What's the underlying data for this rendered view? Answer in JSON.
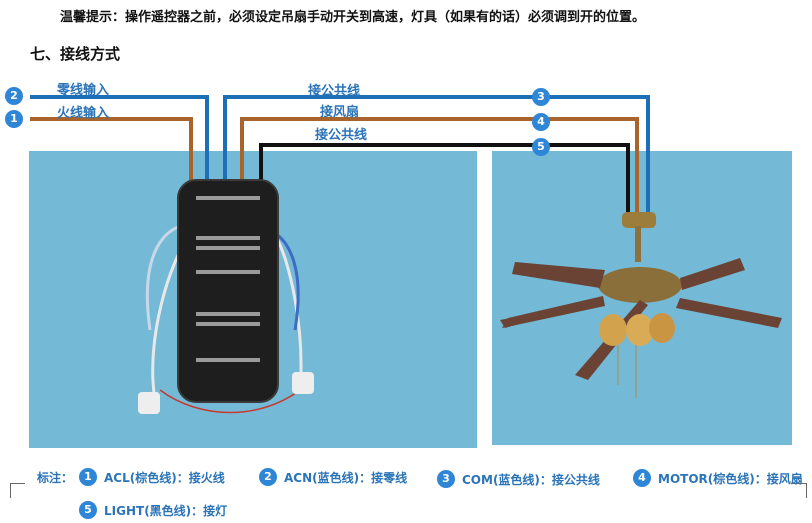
{
  "notice": "温馨提示：操作遥控器之前，必须设定吊扇手动开关到高速，灯具（如果有的话）必须调到开的位置。",
  "section_title": "七、接线方式",
  "wire_labels": {
    "neutral_in": "零线输入",
    "live_in": "火线输入",
    "common_top": "接公共线",
    "fan": "接风扇",
    "common_lower": "接公共线"
  },
  "badges": {
    "neutral": "2",
    "live": "1",
    "common": "3",
    "fan": "4",
    "light": "5"
  },
  "colors": {
    "blue_wire": "#1d6fb8",
    "brown_wire": "#a8642a",
    "black_wire": "#111111",
    "photo_bg": "#74b9d6",
    "badge": "#2f86d6",
    "label_text": "#2b74b8"
  },
  "legend": {
    "title": "标注：",
    "items": [
      {
        "num": "1",
        "text": "ACL(棕色线)：接火线"
      },
      {
        "num": "2",
        "text": "ACN(蓝色线)：接零线"
      },
      {
        "num": "3",
        "text": "COM(蓝色线)：接公共线"
      },
      {
        "num": "4",
        "text": "MOTOR(棕色线)：接风扇"
      },
      {
        "num": "5",
        "text": "LIGHT(黑色线)：接灯"
      }
    ]
  }
}
